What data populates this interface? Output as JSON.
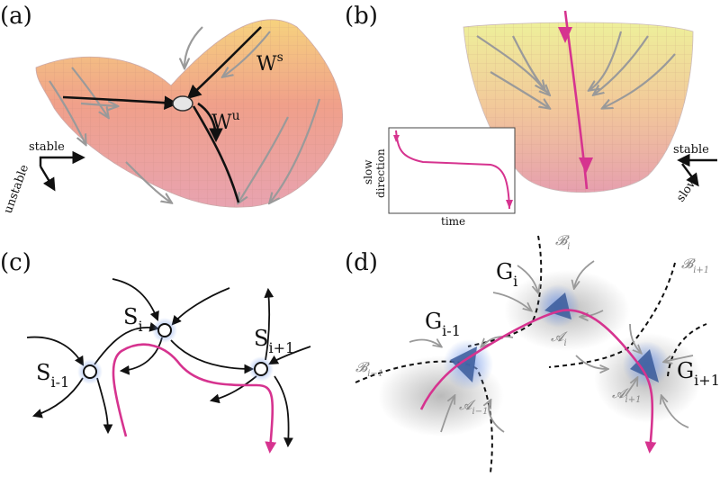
{
  "panels": {
    "a": {
      "label": "(a)",
      "ws": "W",
      "ws_sup": "s",
      "wu": "W",
      "wu_sup": "u",
      "axis_stable": "stable",
      "axis_unstable": "unstable"
    },
    "b": {
      "label": "(b)",
      "inset_ylabel_1": "slow",
      "inset_ylabel_2": "direction",
      "inset_xlabel": "time",
      "axis_stable": "stable",
      "axis_slow": "slow"
    },
    "c": {
      "label": "(c)",
      "s_im1": "S",
      "s_im1_sub": "i-1",
      "s_i": "S",
      "s_i_sub": "i",
      "s_ip1": "S",
      "s_ip1_sub": "i+1"
    },
    "d": {
      "label": "(d)",
      "g_im1": "G",
      "g_im1_sub": "i-1",
      "g_i": "G",
      "g_i_sub": "i",
      "g_ip1": "G",
      "g_ip1_sub": "i+1",
      "b_i": "𝓑",
      "b_i_sub": "i",
      "b_ip1": "𝓑",
      "b_ip1_sub": "i+1",
      "b_im1": "𝓑",
      "b_im1_sub": "i−1",
      "a_i": "𝓐",
      "a_i_sub": "i",
      "a_im1": "𝓐",
      "a_im1_sub": "i−1",
      "a_ip1": "𝓐",
      "a_ip1_sub": "i+1"
    }
  },
  "colors": {
    "trajectory": "#d6338f",
    "manifold": "#111111",
    "flow_gray": "#999999",
    "node_glow": "#9fb8ec",
    "attractor": "#3a5a9a"
  }
}
